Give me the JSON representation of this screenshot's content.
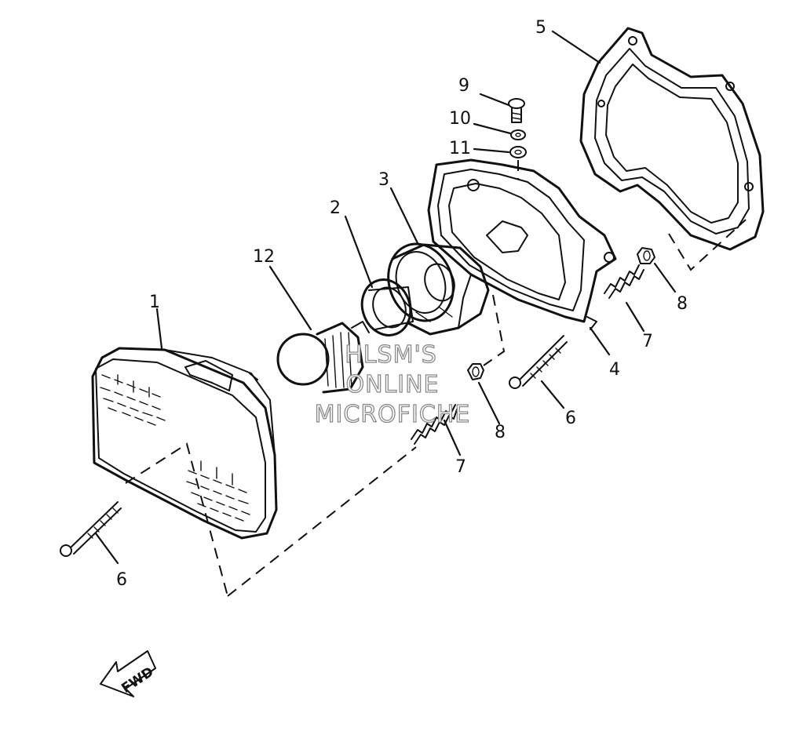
{
  "watermark": {
    "line1": "HLSM'S",
    "line2": "ONLINE",
    "line3": "MICROFICHE"
  },
  "direction_arrow": {
    "label": "FWD"
  },
  "callouts": [
    {
      "id": "1",
      "text": "1"
    },
    {
      "id": "2",
      "text": "2"
    },
    {
      "id": "3",
      "text": "3"
    },
    {
      "id": "4",
      "text": "4"
    },
    {
      "id": "5",
      "text": "5"
    },
    {
      "id": "6a",
      "text": "6"
    },
    {
      "id": "6b",
      "text": "6"
    },
    {
      "id": "7a",
      "text": "7"
    },
    {
      "id": "7b",
      "text": "7"
    },
    {
      "id": "8a",
      "text": "8"
    },
    {
      "id": "8b",
      "text": "8"
    },
    {
      "id": "9",
      "text": "9"
    },
    {
      "id": "10",
      "text": "10"
    },
    {
      "id": "11",
      "text": "11"
    },
    {
      "id": "12",
      "text": "12"
    }
  ]
}
